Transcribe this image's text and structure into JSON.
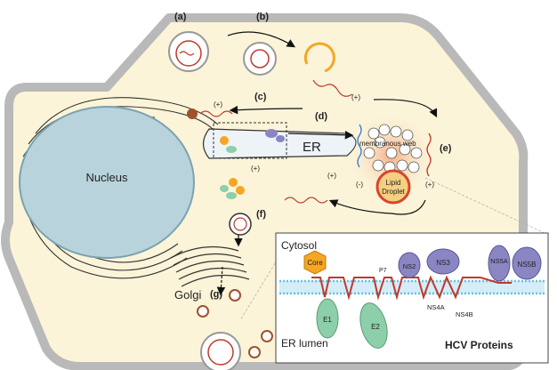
{
  "steps": {
    "a": "(a)",
    "b": "(b)",
    "c": "(c)",
    "d": "(d)",
    "e": "(e)",
    "f": "(f)",
    "g": "(g)"
  },
  "cell": {
    "nucleus": "Nucleus",
    "er": "ER",
    "golgi": "Golgi",
    "membranous_web": "membranous web",
    "lipid_droplet_line1": "Lipid",
    "lipid_droplet_line2": "Droplet",
    "plus_strand": "(+)",
    "minus_strand": "(-)"
  },
  "inset": {
    "cytosol": "Cytosol",
    "er_lumen": "ER lumen",
    "title": "HCV Proteins",
    "proteins": {
      "core": "Core",
      "e1": "E1",
      "e2": "E2",
      "p7": "P7",
      "ns2": "NS2",
      "ns3": "NS3",
      "ns4a": "NS4A",
      "ns4b": "NS4B",
      "ns5a": "NS5A",
      "ns5b": "NS5B"
    }
  },
  "colors": {
    "cell_fill": "#fbf4d9",
    "cell_border": "#b9b9b9",
    "nucleus_fill": "#b9d3dc",
    "protein_purple": "#8a86c4",
    "protein_green": "#8ccfa8",
    "core_orange": "#f5a623",
    "rna_red": "#c0392b",
    "membrane_blue": "#5fc3e8"
  }
}
